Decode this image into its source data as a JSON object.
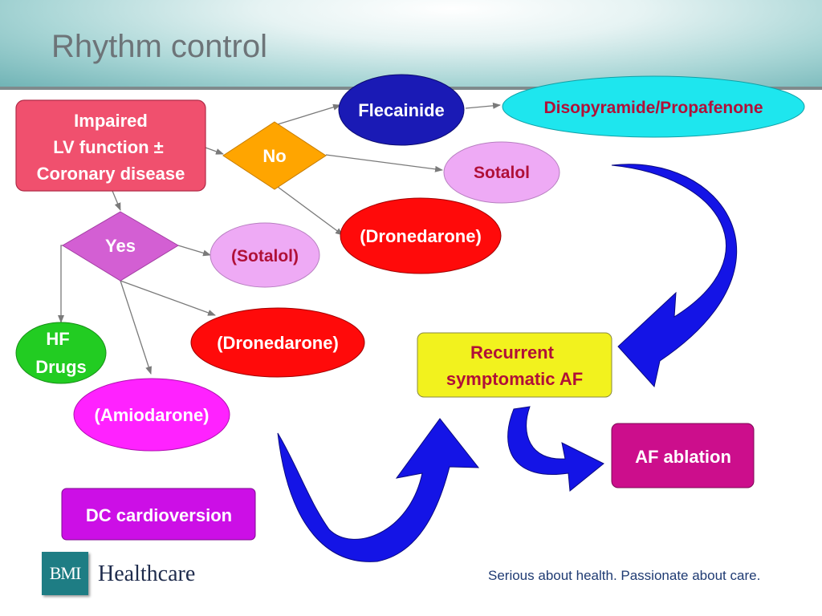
{
  "title": "Rhythm control",
  "nodes": {
    "impaired": [
      "Impaired",
      "LV function ±",
      "Coronary disease"
    ],
    "no": "No",
    "yes": "Yes",
    "flecainide": "Flecainide",
    "disopyramide": "Disopyramide/Propafenone",
    "sotalol": "Sotalol",
    "dronedarone_no": "(Dronedarone)",
    "sotalol_yes": "(Sotalol)",
    "hf_drugs": [
      "HF",
      "Drugs"
    ],
    "dronedarone_yes": "(Dronedarone)",
    "amiodarone": "(Amiodarone)",
    "recurrent": [
      "Recurrent",
      "symptomatic AF"
    ],
    "af_ablation": "AF ablation",
    "dc_cardioversion": "DC cardioversion"
  },
  "footer": {
    "logo_mark": "BMI",
    "logo_text": "Healthcare",
    "tagline": "Serious about health. Passionate about care."
  },
  "colors": {
    "impaired": "#f0506e",
    "decision": "#ffa500",
    "yes": "#d35fd3",
    "flecainide": "#1a1ab5",
    "disopyramide": "#1ee6ee",
    "sotalol": "#eeaaf5",
    "dronedarone": "#ff0a0a",
    "hf_drugs": "#22cc22",
    "amiodarone": "#ff22ff",
    "recurrent": "#f2f21e",
    "af_ablation": "#cc0e8c",
    "dc_cardioversion": "#cc0fe6",
    "big_arrow": "#1414e6"
  }
}
